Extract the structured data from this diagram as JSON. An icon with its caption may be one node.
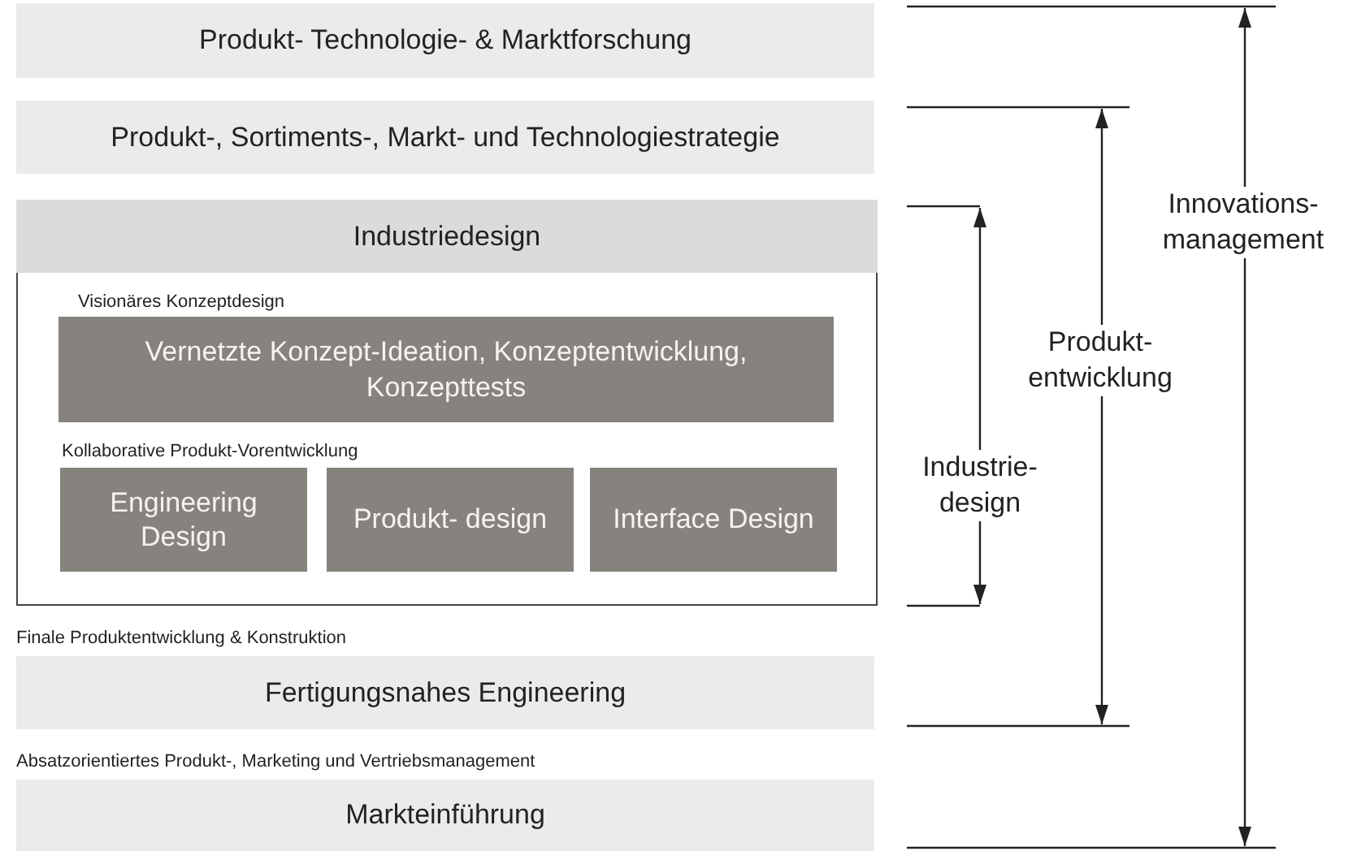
{
  "diagram": {
    "nodes": [
      {
        "text": [
          "Produkt- Technologie- & Marktforschung"
        ]
      },
      {
        "text": [
          "Produkt-, Sortiments-, Markt- und Technologiestrategie"
        ]
      },
      {
        "text": [
          "Industriedesign"
        ]
      },
      {
        "text": [
          "Visionäres Konzeptdesign",
          "Vernetzte Konzept-Ideation, Konzeptentwicklung, Konzepttests"
        ],
        "in": 2
      },
      {
        "text": [
          "Engineering Design"
        ],
        "in": 2
      },
      {
        "text": [
          "Produkt- design"
        ],
        "in": 2
      },
      {
        "text": [
          "Interface Design"
        ],
        "in": 2
      },
      {
        "text": [
          "Finale Produktentwicklung & Konstruktion",
          "Fertigungsnahes Engineering"
        ]
      },
      {
        "text": [
          "Absatzorientiertes Produkt-, Marketing und Vertriebsmanagement",
          "Markteinführung"
        ]
      }
    ],
    "edges": [],
    "labels": [
      "Kollaborative Produkt-Vorentwicklung",
      "Innovations- management",
      "Produkt- entwicklung",
      "Industrie- design"
    ]
  }
}
